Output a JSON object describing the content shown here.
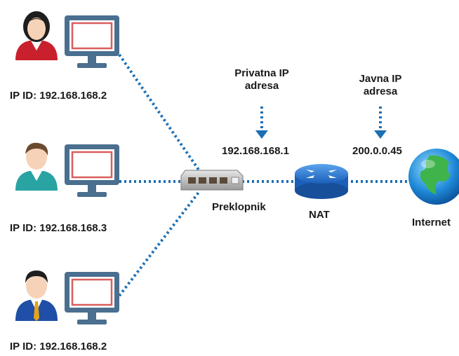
{
  "hosts": [
    {
      "label": "IP ID: 192.168.168.2",
      "person": "woman-avatar"
    },
    {
      "label": "IP ID: 192.168.168.3",
      "person": "man-teal-shirt-avatar"
    },
    {
      "label": "IP ID: 192.168.168.2",
      "person": "man-suit-avatar"
    }
  ],
  "switch": {
    "label": "Preklopnik",
    "icon": "network-switch-icon"
  },
  "nat": {
    "label": "NAT",
    "icon": "router-icon"
  },
  "internet": {
    "label": "Internet",
    "icon": "globe-icon"
  },
  "private_ip": {
    "title_line1": "Privatna IP",
    "title_line2": "adresa",
    "value": "192.168.168.1"
  },
  "public_ip": {
    "title_line1": "Javna IP",
    "title_line2": "adresa",
    "value": "200.0.0.45"
  },
  "colors": {
    "link": "#1b6fb5",
    "monitor_frame": "#4a6f8f",
    "monitor_screen": "#d95d5d",
    "router": "#2a6fcf",
    "globe_ocean": "#1f8ad8",
    "globe_land": "#3fb44a"
  }
}
